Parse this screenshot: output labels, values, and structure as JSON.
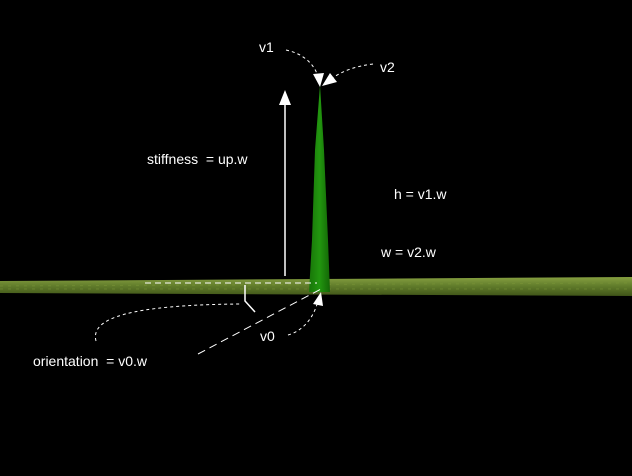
{
  "labels": {
    "v1": "v1",
    "v2": "v2",
    "stiffness": "stiffness  = up.w",
    "height": "h = v1.w",
    "width": "w = v2.w",
    "v0": "v0",
    "orientation": "orientation  = v0.w"
  },
  "colors": {
    "background": "#000000",
    "blade": "#1e8a0c",
    "ground": "#5f7a2a",
    "annotation": "#ffffff"
  }
}
